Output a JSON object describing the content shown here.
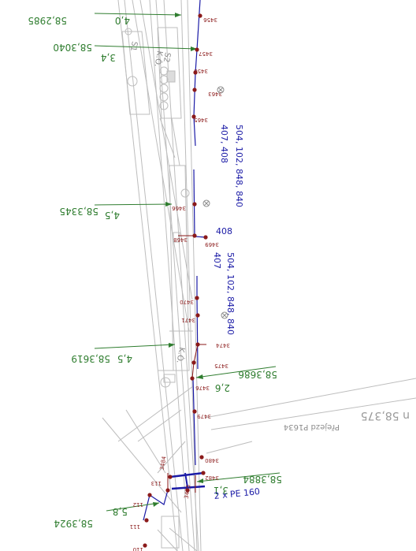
{
  "chainages": [
    {
      "id": "c1",
      "km": "58,2985",
      "offset": "4,0"
    },
    {
      "id": "c2",
      "km": "58,3040",
      "offset": "3,4"
    },
    {
      "id": "c3",
      "km": "58,3345",
      "offset": "4,5"
    },
    {
      "id": "c4",
      "km": "58,3619",
      "offset": "4,5"
    },
    {
      "id": "c5",
      "km": "58,3686",
      "offset": "2,6"
    },
    {
      "id": "c6",
      "km": "58,3884",
      "offset": "3,1"
    },
    {
      "id": "c7",
      "km": "58,3924",
      "offset": "5,8"
    }
  ],
  "points": [
    "3456",
    "3457",
    "3458",
    "3463",
    "3465",
    "3466",
    "3468",
    "3469",
    "3470",
    "3471",
    "3474",
    "3475",
    "3476",
    "3479",
    "3480",
    "3482",
    "3484",
    "3485",
    "113",
    "112",
    "111",
    "110"
  ],
  "cables": {
    "a1": "504, 102, 848, 840",
    "a2": "407, 408",
    "b0": "408",
    "b1": "504, 102, 848, 840",
    "b2": "407",
    "pipe": "2 x PE 160"
  },
  "track": {
    "chainage": "n 58,375",
    "crossing": "Přejezd P1634",
    "s1": "S1",
    "s2": "S2",
    "ko": "K.Ò."
  },
  "colors": {
    "green": "#2f7d2f",
    "blue": "#1a1aa6",
    "red": "#8b1a1a",
    "grey": "#bdbdbd"
  }
}
